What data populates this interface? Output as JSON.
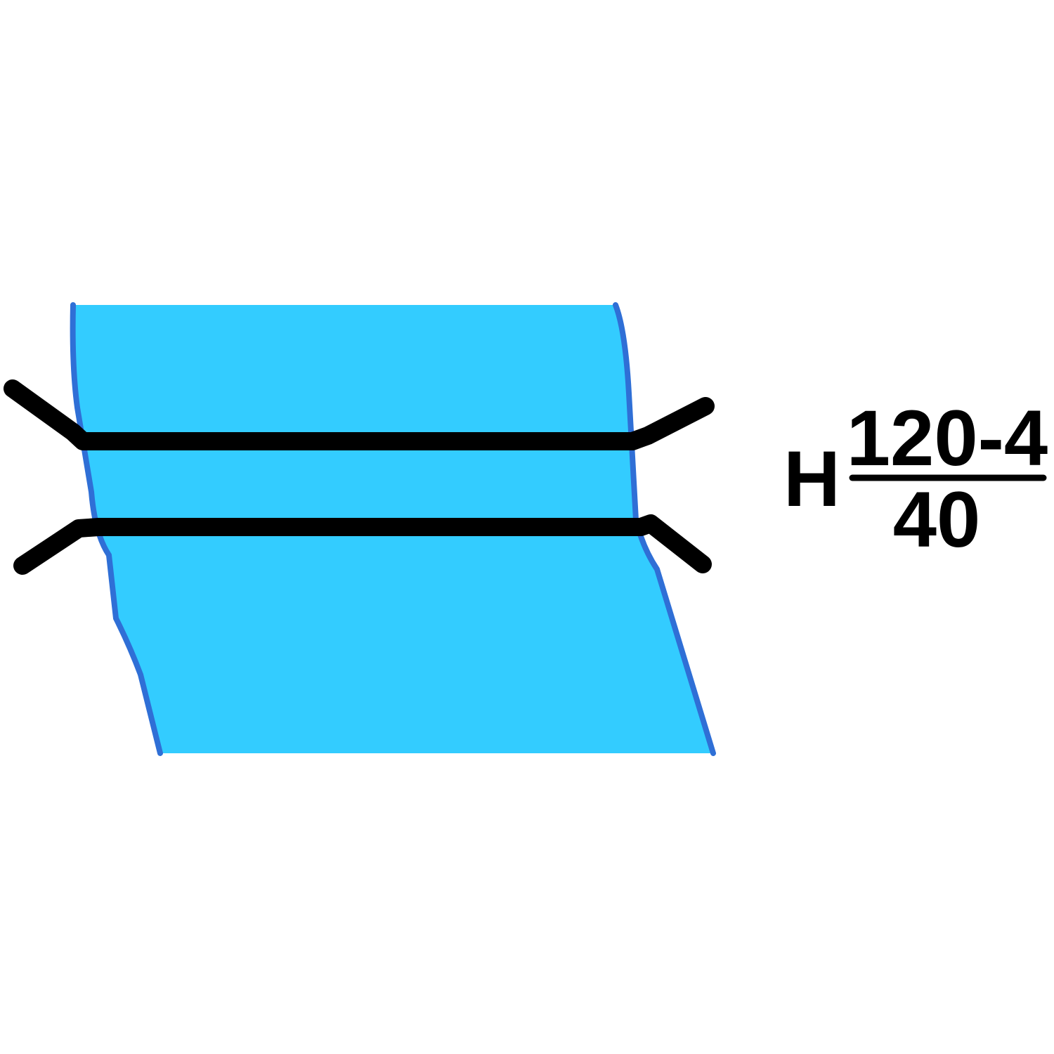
{
  "colors": {
    "water_fill": "#33ccff",
    "water_edge": "#2f6fd6",
    "bridge_stroke": "#000000",
    "text": "#000000",
    "background": "#ffffff"
  },
  "label": {
    "prefix": "H",
    "numerator": "120-4",
    "denominator": "40"
  }
}
